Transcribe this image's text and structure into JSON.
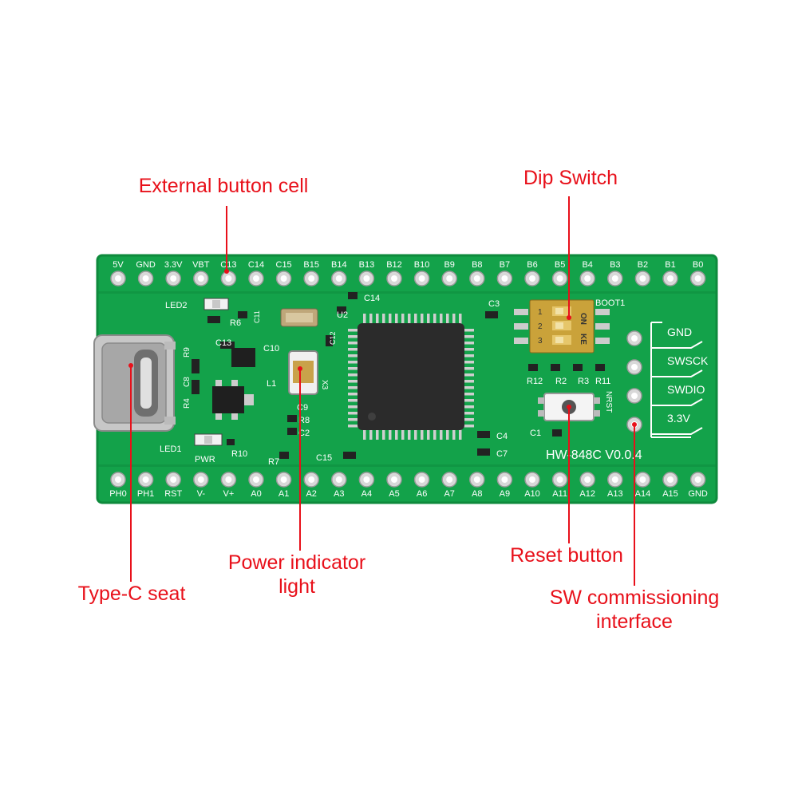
{
  "callouts": {
    "button_cell": "External button cell",
    "dip_switch": "Dip Switch",
    "type_c": "Type-C seat",
    "power_led_line1": "Power indicator",
    "power_led_line2": "light",
    "reset": "Reset button",
    "sw_line1": "SW commissioning",
    "sw_line2": "interface"
  },
  "board": {
    "model": "HW-848C V0.0.4",
    "top_pins": [
      "5V",
      "GND",
      "3.3V",
      "VBT",
      "C13",
      "C14",
      "C15",
      "B15",
      "B14",
      "B13",
      "B12",
      "B10",
      "B9",
      "B8",
      "B7",
      "B6",
      "B5",
      "B4",
      "B3",
      "B2",
      "B1",
      "B0"
    ],
    "bottom_pins": [
      "PH0",
      "PH1",
      "RST",
      "V-",
      "V+",
      "A0",
      "A1",
      "A2",
      "A3",
      "A4",
      "A5",
      "A6",
      "A7",
      "A8",
      "A9",
      "A10",
      "A11",
      "A12",
      "A13",
      "A14",
      "A15",
      "GND"
    ],
    "swd_pins": [
      "GND",
      "SWSCK",
      "SWDIO",
      "3.3V"
    ],
    "silk": {
      "led2": "LED2",
      "led1": "LED1",
      "pwr": "PWR",
      "boot1": "BOOT1",
      "nrst": "NRST",
      "r6": "R6",
      "r9": "R9",
      "r4": "R4",
      "r10": "R10",
      "r7": "R7",
      "r8": "R8",
      "r12": "R12",
      "r2": "R2",
      "r3": "R3",
      "r11": "R11",
      "c11": "C11",
      "c13": "C13",
      "c8": "C8",
      "c10": "C10",
      "c9": "C9",
      "c2": "C2",
      "c14": "C14",
      "c12": "C12",
      "c3": "C3",
      "c4": "C4",
      "c7": "C7",
      "c15": "C15",
      "c1": "C1",
      "l1": "L1",
      "x3": "X3",
      "u2": "U2",
      "on": "ON",
      "ke": "KE",
      "dip_nums": [
        "1",
        "2",
        "3"
      ]
    }
  },
  "colors": {
    "annotation": "#e8101a",
    "pcb": "#13a24a",
    "pcb_edge": "#0e8a3c",
    "silkscreen": "#ffffff",
    "pad": "#d8d8d8",
    "chip": "#2b2b2b",
    "dip_body": "#caa23a"
  }
}
